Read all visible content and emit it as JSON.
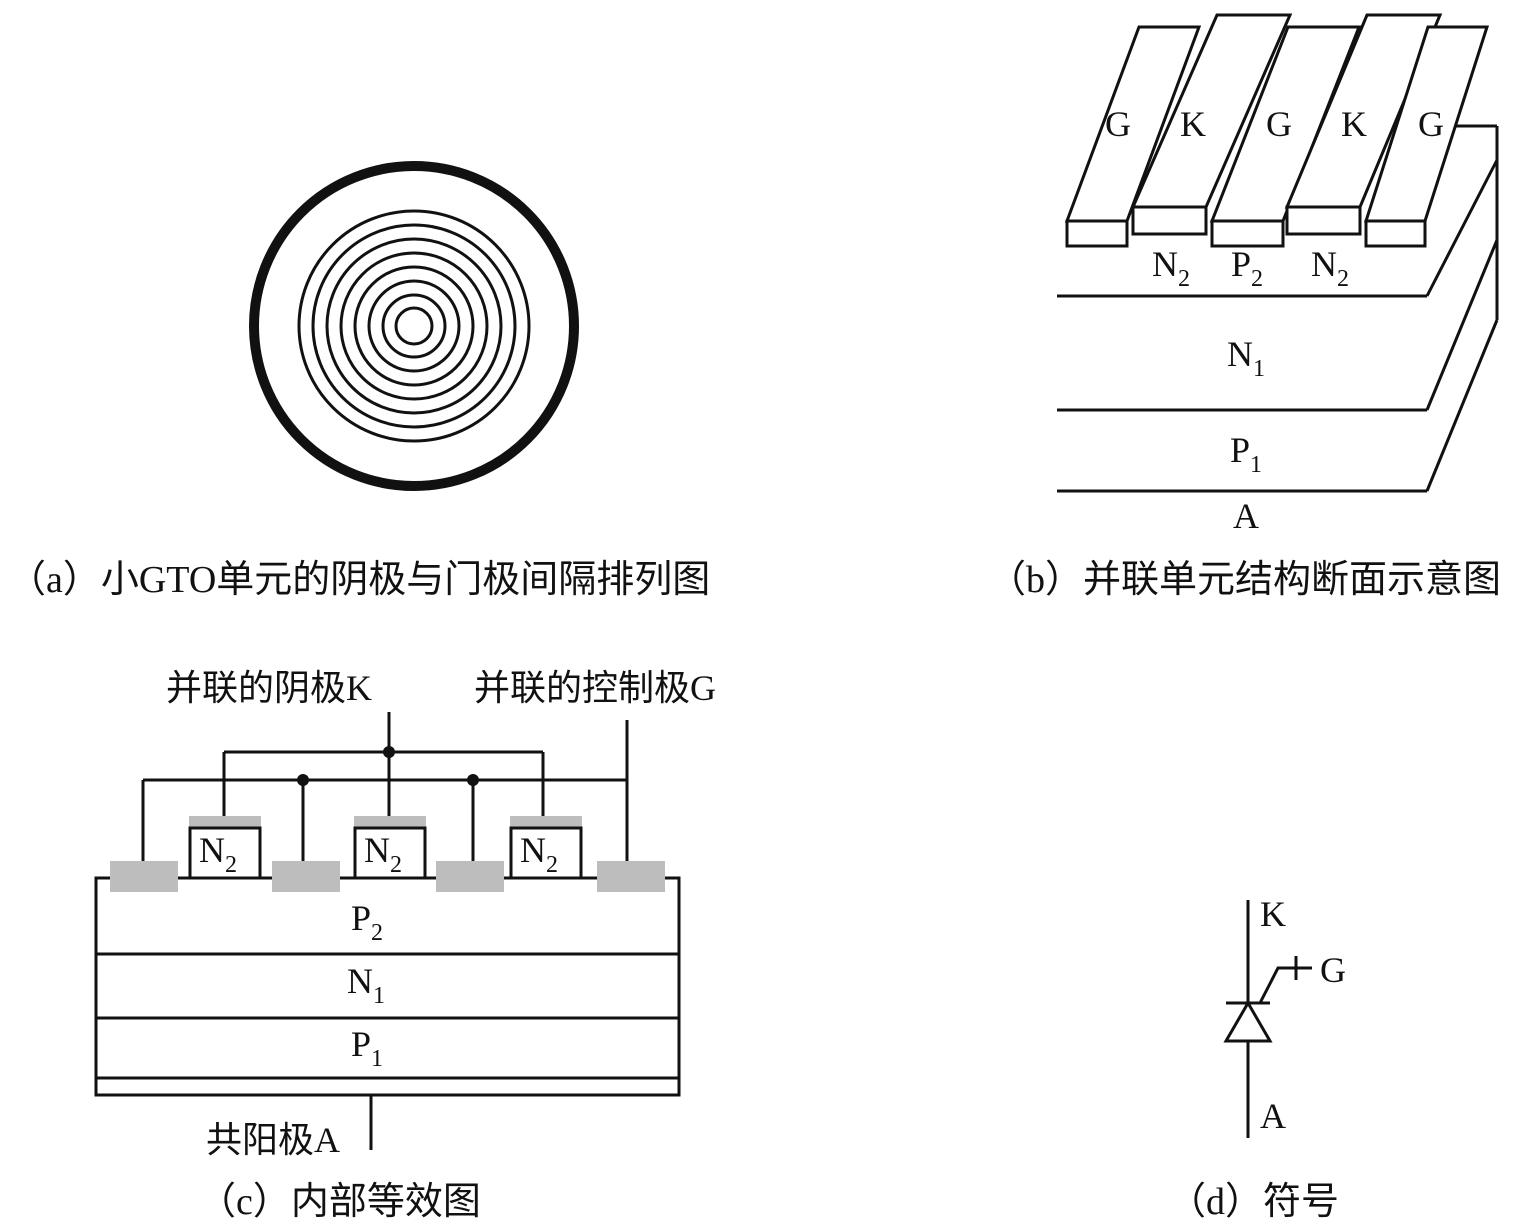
{
  "panel_a": {
    "caption": "（a）小GTO单元的阴极与门极间隔排列图"
  },
  "panel_b": {
    "caption": "（b）并联单元结构断面示意图",
    "strip_labels": [
      "G",
      "K",
      "G",
      "K",
      "G"
    ],
    "surface_labels": [
      {
        "base": "N",
        "sub": "2"
      },
      {
        "base": "P",
        "sub": "2"
      },
      {
        "base": "N",
        "sub": "2"
      }
    ],
    "layer_n1": {
      "base": "N",
      "sub": "1"
    },
    "layer_p1": {
      "base": "P",
      "sub": "1"
    },
    "anode": "A"
  },
  "panel_c": {
    "caption": "（c）内部等效图",
    "cathode_label": "并联的阴极K",
    "gate_label": "并联的控制极G",
    "n2_regions": [
      {
        "base": "N",
        "sub": "2"
      },
      {
        "base": "N",
        "sub": "2"
      },
      {
        "base": "N",
        "sub": "2"
      }
    ],
    "layer_p2": {
      "base": "P",
      "sub": "2"
    },
    "layer_n1": {
      "base": "N",
      "sub": "1"
    },
    "layer_p1": {
      "base": "P",
      "sub": "1"
    },
    "anode_label": "共阳极A"
  },
  "panel_d": {
    "caption": "（d）符号",
    "k": "K",
    "g": "G",
    "a": "A"
  },
  "colors": {
    "ink": "#111111",
    "metal_gray": "#bdbdbd"
  }
}
